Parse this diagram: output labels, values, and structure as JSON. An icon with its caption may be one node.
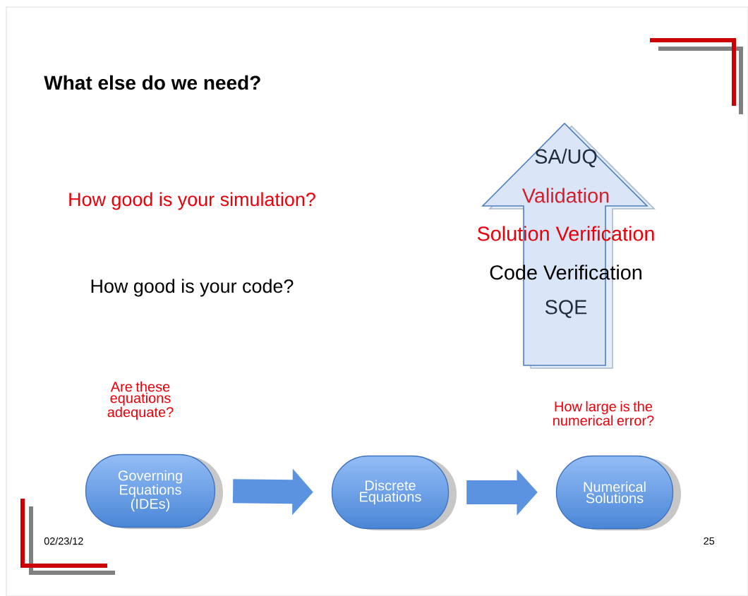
{
  "diagram": {
    "title": "What else do we need?",
    "nodes": [
      {
        "text": [
          "Governing Equations (IDEs)"
        ],
        "beside": [
          "Are these equations adequate?"
        ]
      },
      {
        "text": [
          "Discrete Equations"
        ]
      },
      {
        "text": [
          "Numerical Solutions"
        ],
        "beside": [
          "How large is the numerical error?"
        ]
      }
    ],
    "edges": [
      {
        "from": 0,
        "to": 1,
        "arrow": "to"
      },
      {
        "from": 1,
        "to": 2,
        "arrow": "to"
      }
    ],
    "labels": [
      "How good is your simulation?",
      "How good is your code?",
      "SA/UQ",
      "Validation",
      "Solution Verification",
      "Code Verification",
      "SQE",
      "02/23/12",
      "25"
    ]
  }
}
